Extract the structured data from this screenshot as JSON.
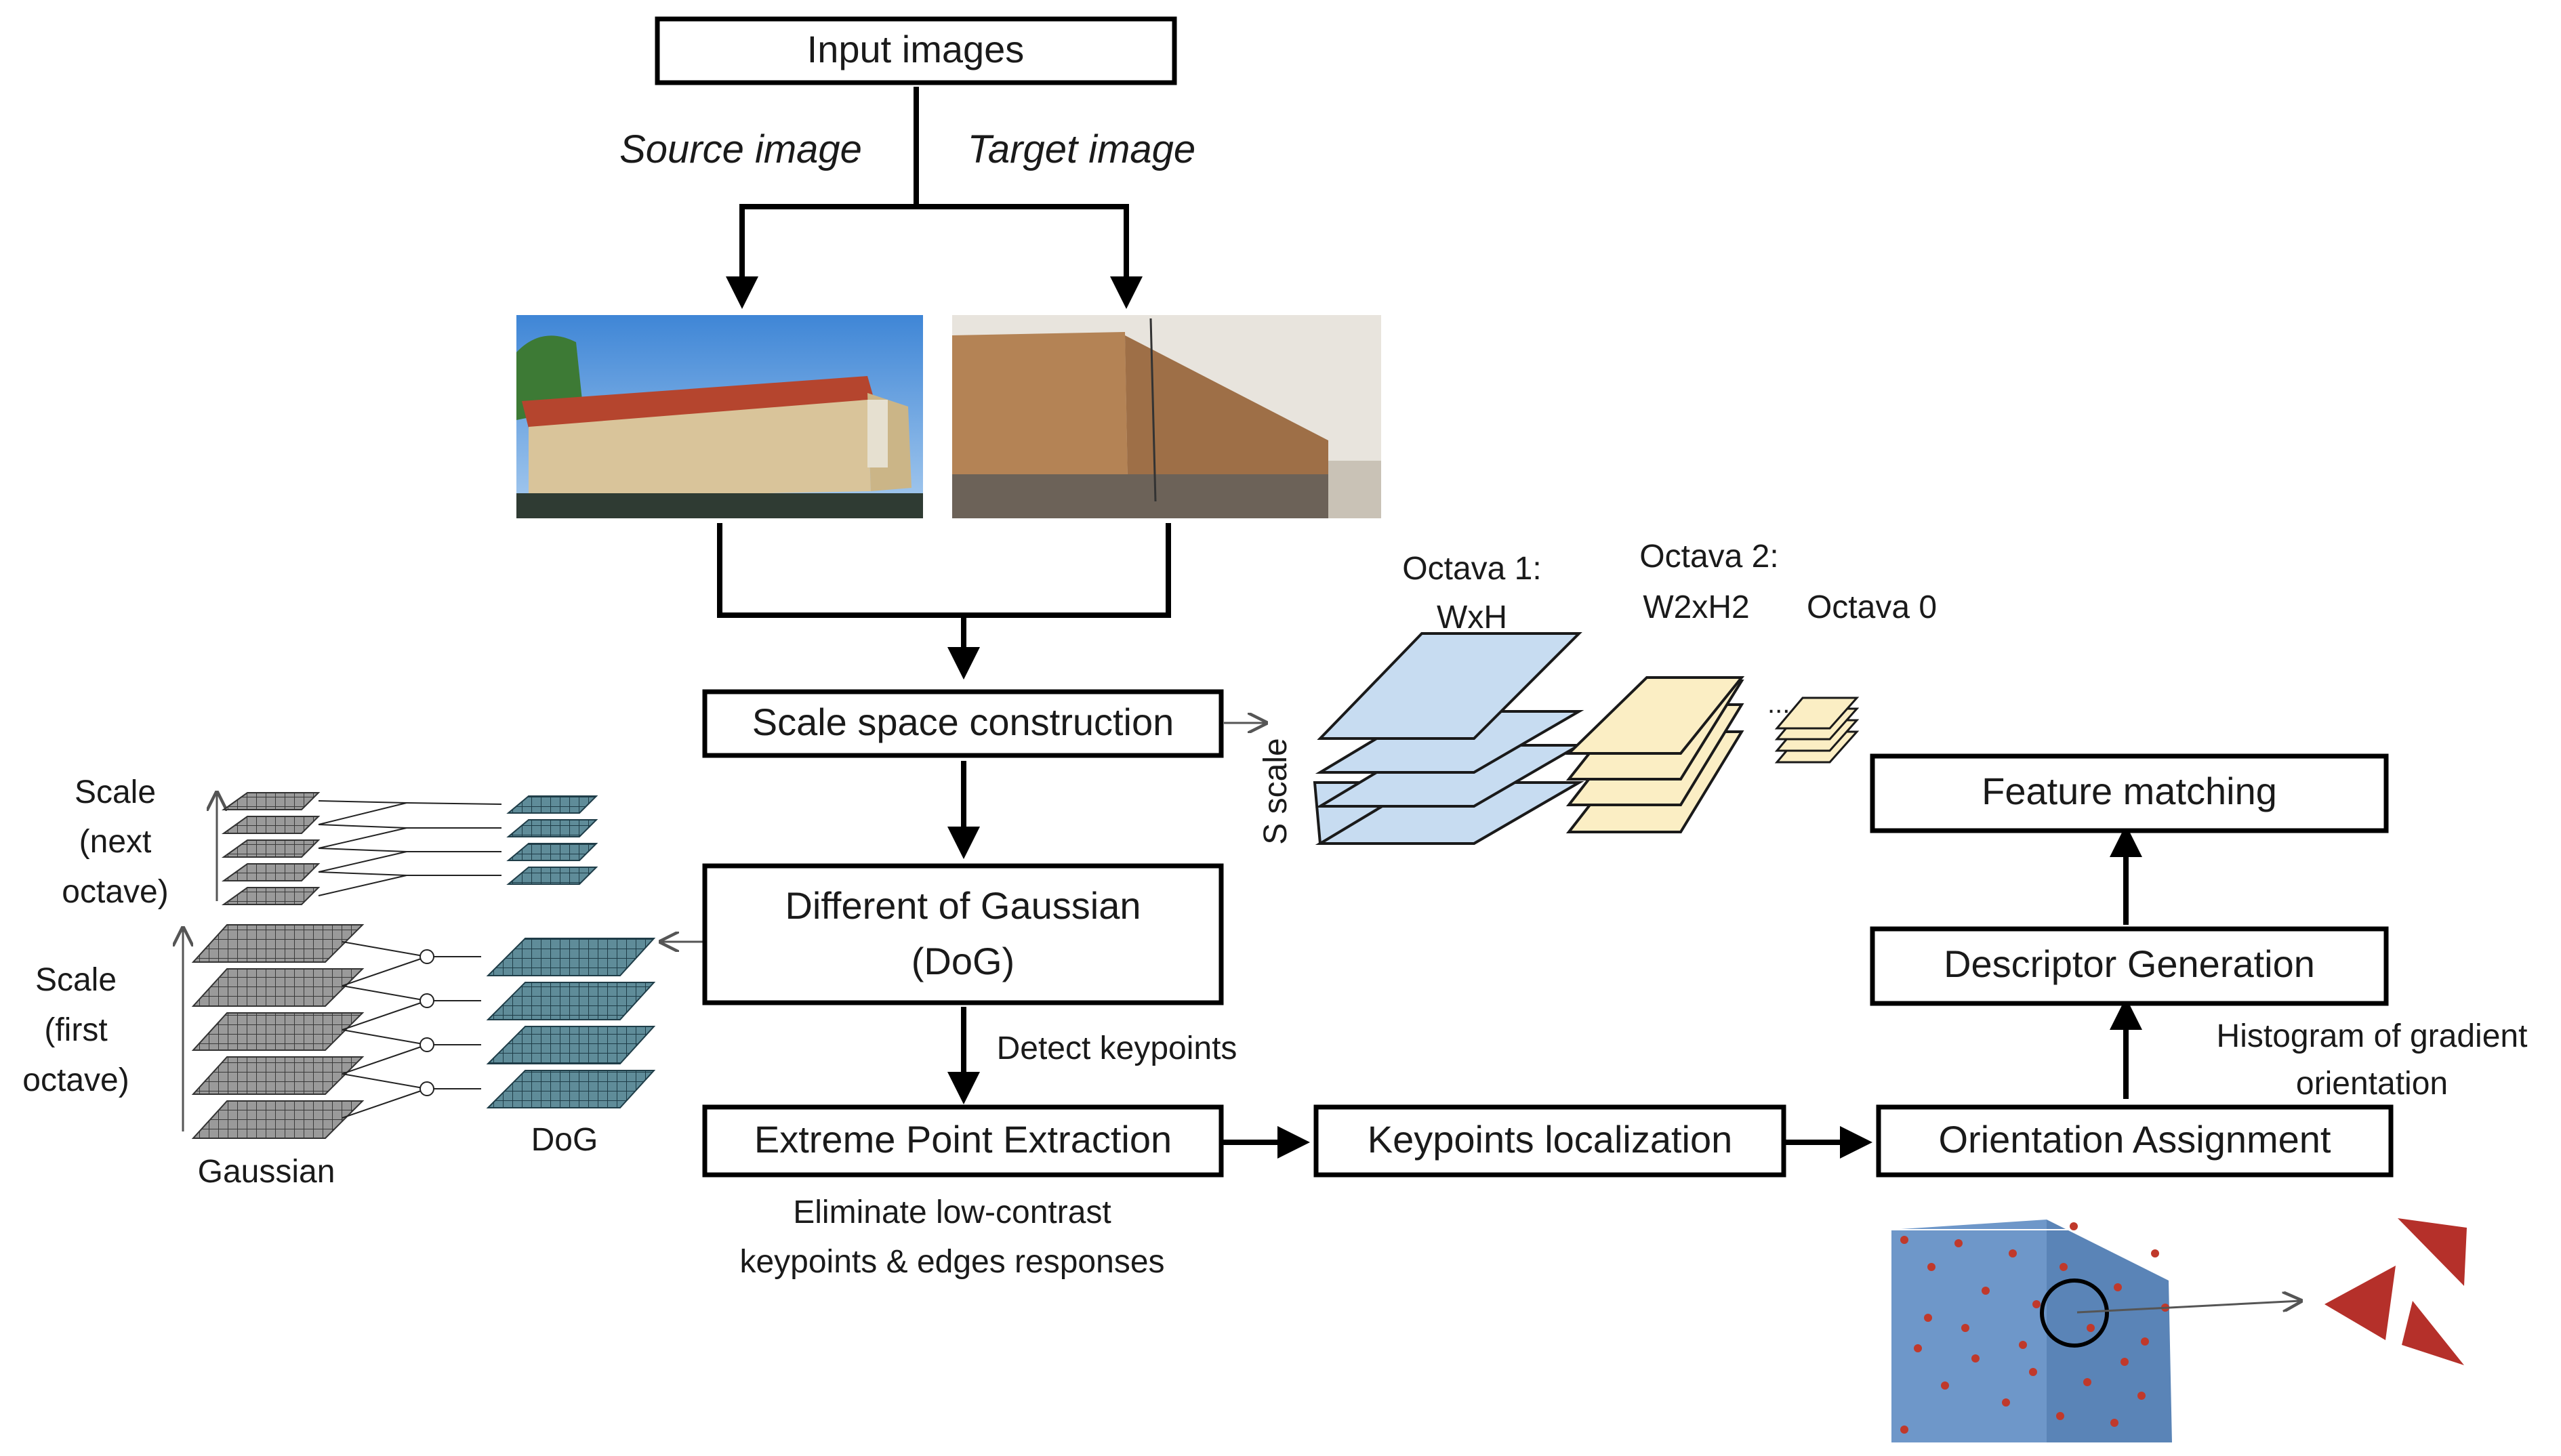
{
  "boxes": {
    "input_images": "Input images",
    "scale_space": "Scale space construction",
    "dog_line1": "Different of Gaussian",
    "dog_line2": "(DoG)",
    "extreme_point": "Extreme Point Extraction",
    "keypoints_localization": "Keypoints localization",
    "orientation_assignment": "Orientation Assignment",
    "descriptor_generation": "Descriptor Generation",
    "feature_matching": "Feature matching"
  },
  "labels": {
    "source_image": "Source image",
    "target_image": "Target image",
    "detect_keypoints": "Detect keypoints",
    "eliminate_line1": "Eliminate low-contrast",
    "eliminate_line2": "keypoints & edges responses",
    "histogram_line1": "Histogram of gradient",
    "histogram_line2": "orientation"
  },
  "octaves": {
    "octava1_line1": "Octava 1:",
    "octava1_line2": "WxH",
    "octava2_line1": "Octava 2:",
    "octava2_line2": "W2xH2",
    "octava0": "Octava 0",
    "s_scale": "S scale",
    "ellipsis": "..."
  },
  "pyramid": {
    "scale_next_1": "Scale",
    "scale_next_2": "(next",
    "scale_next_3": "octave)",
    "scale_first_1": "Scale",
    "scale_first_2": "(first",
    "scale_first_3": "octave)",
    "gaussian": "Gaussian",
    "dog": "DoG"
  },
  "colors": {
    "octave1_fill": "#c7dcf1",
    "octave2_fill": "#fbeec4",
    "octave0_fill": "#fbeec4",
    "gaussian_grid": "#8c8c8c",
    "dog_grid": "#4f7d8c",
    "keypoint_marker": "#c0392b"
  }
}
